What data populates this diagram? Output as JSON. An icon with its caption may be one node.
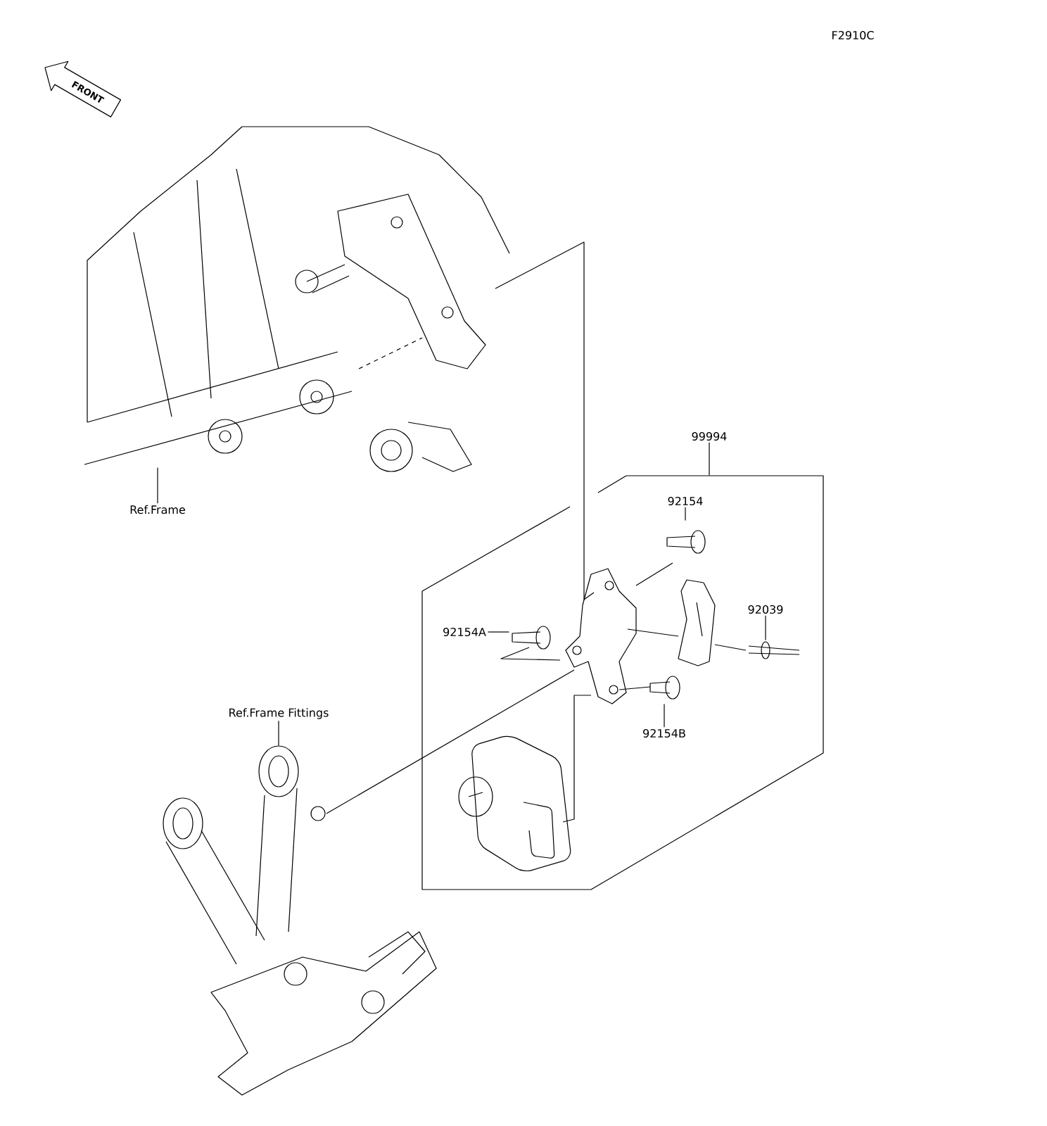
{
  "diagram": {
    "nodes": [
      {
        "text": [
          "Ref.Frame"
        ]
      },
      {
        "text": [],
        "shape": "picture"
      },
      {
        "text": [
          "Ref.Frame Fittings"
        ]
      },
      {
        "text": [],
        "shape": "picture"
      },
      {
        "text": [
          "99994"
        ]
      },
      {
        "text": [],
        "shape": "box"
      },
      {
        "text": [
          "92154"
        ],
        "in": 5
      },
      {
        "text": [],
        "shape": "picture",
        "in": 5
      },
      {
        "text": [
          "92154A"
        ],
        "in": 5
      },
      {
        "text": [],
        "shape": "picture",
        "in": 5
      },
      {
        "text": [
          "92039"
        ],
        "in": 5
      },
      {
        "text": [],
        "shape": "picture",
        "in": 5
      },
      {
        "text": [
          "92154B"
        ],
        "in": 5
      },
      {
        "text": [],
        "shape": "picture",
        "in": 5
      },
      {
        "text": [],
        "shape": "picture",
        "in": 5
      },
      {
        "text": [],
        "shape": "picture",
        "in": 5
      },
      {
        "text": [],
        "shape": "picture",
        "in": 5
      }
    ],
    "edges": [
      {
        "from": 0,
        "to": 1,
        "arrow": "none"
      },
      {
        "from": 2,
        "to": 3,
        "arrow": "none"
      },
      {
        "from": 4,
        "to": 5,
        "arrow": "none"
      },
      {
        "from": 6,
        "to": 7,
        "arrow": "none"
      },
      {
        "from": 8,
        "to": 9,
        "arrow": "none"
      },
      {
        "from": 10,
        "to": 11,
        "arrow": "none"
      },
      {
        "from": 12,
        "to": 13,
        "arrow": "none"
      },
      {
        "from": 1,
        "to": 14,
        "arrow": "none"
      },
      {
        "from": 3,
        "to": 14,
        "arrow": "none"
      },
      {
        "from": 9,
        "to": 14,
        "arrow": "none"
      },
      {
        "from": 7,
        "to": 14,
        "arrow": "none"
      },
      {
        "from": 14,
        "to": 15,
        "arrow": "none"
      },
      {
        "from": 15,
        "to": 11,
        "arrow": "none"
      },
      {
        "from": 13,
        "to": 14,
        "arrow": "none"
      },
      {
        "from": 16,
        "to": 14,
        "arrow": "none"
      }
    ],
    "labels": [
      "F2910C",
      "FRONT"
    ]
  }
}
